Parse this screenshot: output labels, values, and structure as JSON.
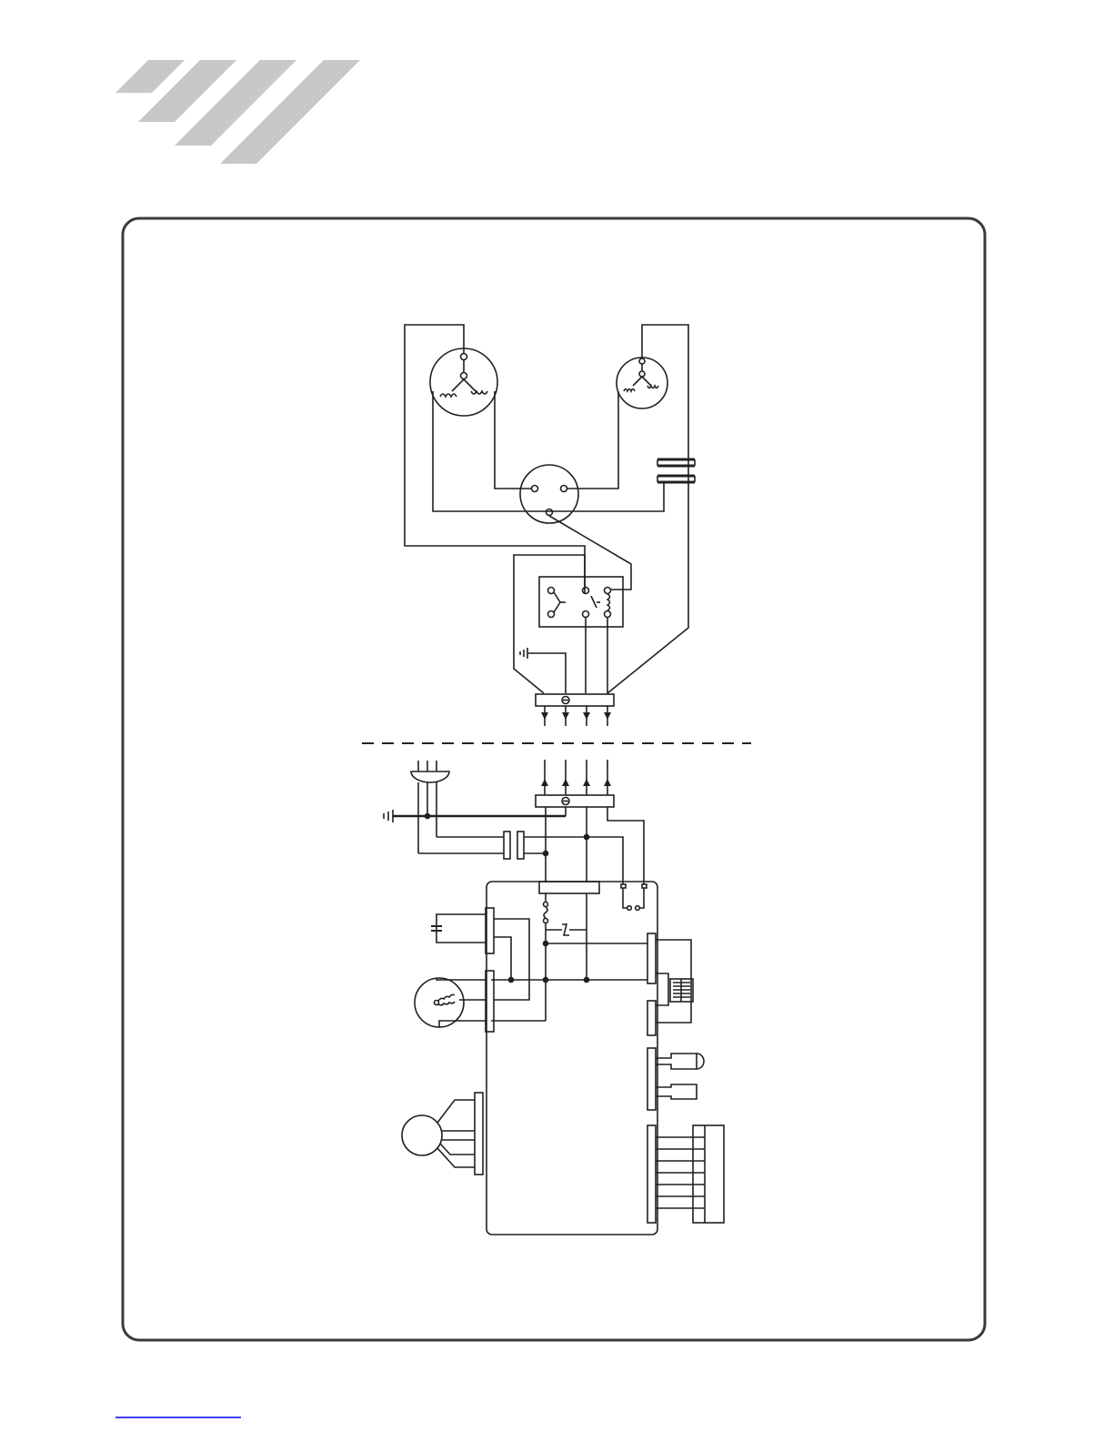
{
  "page": {
    "header_stripes": 4,
    "footer_link_text": ""
  },
  "colors": {
    "stripe": "#c8c8c8",
    "line": "#231f20",
    "frame": "#3a3a3a",
    "footer_link": "#0000ee"
  },
  "diagram": {
    "type": "wiring-schematic",
    "labels": [],
    "components": [
      "outdoor-fan-motor",
      "compressor",
      "compressor-terminal",
      "run-capacitor",
      "relay-block",
      "outdoor-terminal-block",
      "ground-symbol-outdoor",
      "indoor-terminal-block",
      "power-plug",
      "ground-symbol-indoor",
      "noise-filter-capacitor",
      "control-board",
      "fuse",
      "varistor",
      "small-capacitor",
      "indoor-fan-motor",
      "transformer",
      "room-sensor",
      "pipe-sensor",
      "swing-motor",
      "display-connector"
    ]
  }
}
